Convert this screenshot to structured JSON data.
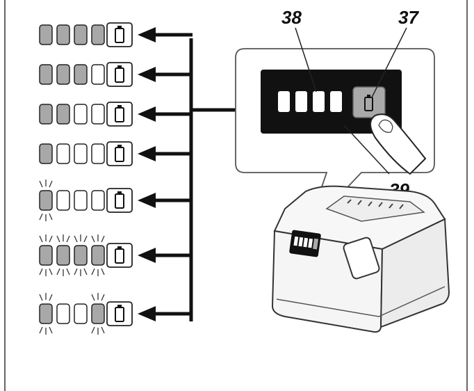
{
  "callouts": {
    "button_label": "37",
    "indicator_lamps_label": "38",
    "indicator_panel_label": "39"
  },
  "indicator_rows": [
    {
      "lamps": [
        "lit",
        "lit",
        "lit",
        "lit"
      ]
    },
    {
      "lamps": [
        "lit",
        "lit",
        "lit",
        "off"
      ]
    },
    {
      "lamps": [
        "lit",
        "lit",
        "off",
        "off"
      ]
    },
    {
      "lamps": [
        "lit",
        "off",
        "off",
        "off"
      ]
    },
    {
      "lamps": [
        "blink",
        "off",
        "off",
        "off"
      ]
    },
    {
      "lamps": [
        "blink",
        "blink",
        "blink",
        "blink"
      ]
    },
    {
      "lamps": [
        "blink",
        "off",
        "off",
        "blink"
      ]
    }
  ],
  "colors": {
    "lamp_lit": "#a8a8a8",
    "lamp_off": "#ffffff",
    "panel": "#111111",
    "outline": "#222222"
  },
  "icons": {
    "check_button": "battery-icon",
    "row_status": "battery-icon",
    "pointer": "arrow-left-icon"
  }
}
